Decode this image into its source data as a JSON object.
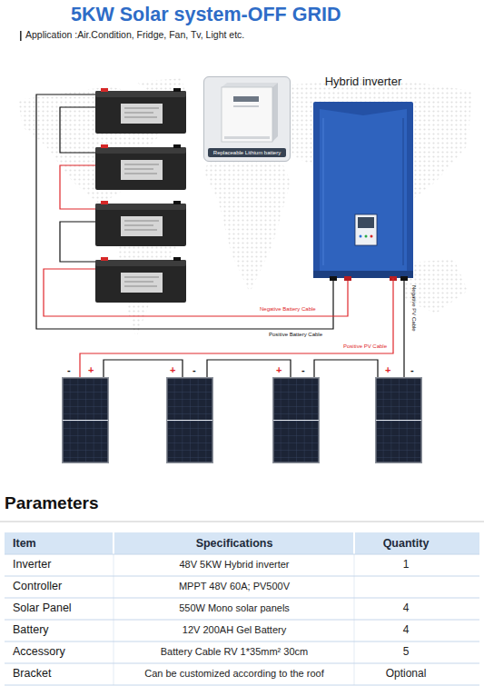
{
  "diagram": {
    "title": "5KW Solar system-OFF GRID",
    "nodes": [
      {
        "text": [
          "Replaceable Lithium battery"
        ]
      },
      {
        "text": [
          "Hybrid inverter"
        ]
      }
    ],
    "labels": [
      "Application :Air.Condition, Fridge, Fan, Tv, Light etc.",
      "Negative Battery Cable",
      "Positive Battery Cable",
      "Positive PV Cable",
      "Negative PV Cable",
      "-",
      "+",
      "+",
      "-",
      "+",
      "-",
      "+",
      "-",
      "Parameters",
      "Item",
      "Specifications",
      "Quantity",
      "Inverter",
      "48V 5KW Hybrid inverter",
      "1",
      "Controller",
      "MPPT 48V 60A; PV500V",
      "Solar Panel",
      "550W Mono solar panels",
      "4",
      "Battery",
      "12V 200AH Gel Battery",
      "4",
      "Accessory",
      "Battery Cable RV 1*35mm² 30cm",
      "5",
      "Bracket",
      "Can be customized according to the roof",
      "Optional"
    ]
  }
}
